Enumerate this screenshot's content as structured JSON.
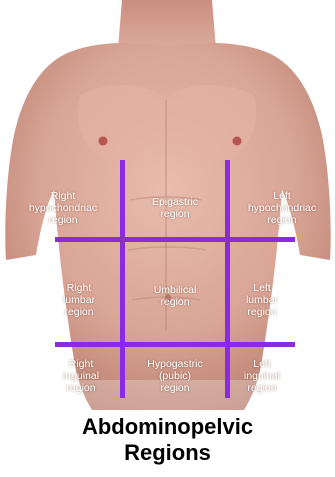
{
  "caption": {
    "line1": "Abdominopelvic",
    "line2": "Regions"
  },
  "regions": {
    "right_hypochondriac": "Right\nhypochondriac\nregion",
    "epigastric": "Epigastric\nregion",
    "left_hypochondriac": "Left\nhypochondriac\nregion",
    "right_lumbar": "Right\nlumbar\nregion",
    "umbilical": "Umbilical\nregion",
    "left_lumbar": "Left\nlumbar\nregion",
    "right_inguinal": "Right\ninguinal\nregion",
    "hypogastric": "Hypogastric\n(pubic)\nregion",
    "left_inguinal": "Left\ninguinal\nregion"
  },
  "colors": {
    "grid_lines": "#8a2be2",
    "skin": "#d9a89a",
    "label_text": "#ffffff",
    "caption_text": "#000000"
  }
}
